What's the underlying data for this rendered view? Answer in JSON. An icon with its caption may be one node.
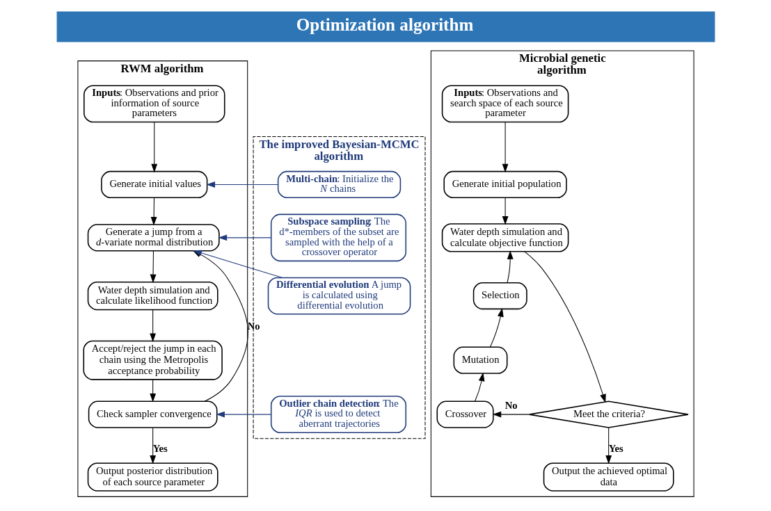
{
  "diagram": {
    "title": "Optimization algorithm",
    "nodes": [
      {
        "text": [
          "RWM algorithm"
        ]
      },
      {
        "text": [
          "**Inputs**: Observations and prior information of source parameters"
        ],
        "in": 0
      },
      {
        "text": [
          "Generate initial values"
        ],
        "in": 0
      },
      {
        "text": [
          "Generate a jump from a *d*-variate normal distribution"
        ],
        "in": 0
      },
      {
        "text": [
          "Water depth simulation and calculate likelihood function"
        ],
        "in": 0
      },
      {
        "text": [
          "Accept/reject the jump in each chain using the Metropolis acceptance probability"
        ],
        "in": 0
      },
      {
        "text": [
          "Check sampler convergence"
        ],
        "in": 0
      },
      {
        "text": [
          "Output posterior distribution of each source parameter"
        ],
        "in": 0
      },
      {
        "text": [
          "The improved Bayesian-MCMC algorithm"
        ]
      },
      {
        "text": [
          "**Multi-chain**: Initialize the *N* chains"
        ],
        "in": 8
      },
      {
        "text": [
          "**Subspace sampling**: The d*-members of the subset are sampled with the help of a crossover operator"
        ],
        "in": 8
      },
      {
        "text": [
          "**Differential evolution**: A jump is calculated using differential evolution"
        ],
        "in": 8
      },
      {
        "text": [
          "**Outlier chain detection**: The *IQR* is used to detect aberrant trajectories"
        ],
        "in": 8
      },
      {
        "text": [
          "Microbial genetic algorithm"
        ]
      },
      {
        "text": [
          "**Inputs**: Observations and search space of each source parameter"
        ],
        "in": 13
      },
      {
        "text": [
          "Generate initial population"
        ],
        "in": 13
      },
      {
        "text": [
          "Water depth simulation and calculate objective function"
        ],
        "in": 13
      },
      {
        "text": [
          "Selection"
        ],
        "in": 13
      },
      {
        "text": [
          "Mutation"
        ],
        "in": 13
      },
      {
        "text": [
          "Crossover"
        ],
        "in": 13
      },
      {
        "text": [
          "Meet the criteria?"
        ],
        "in": 13
      },
      {
        "text": [
          "Output the achieved optimal data"
        ],
        "in": 13
      }
    ],
    "edges": [
      {
        "from": 1,
        "to": 2,
        "arrow": "to"
      },
      {
        "from": 2,
        "to": 3,
        "arrow": "to"
      },
      {
        "from": 3,
        "to": 4,
        "arrow": "to"
      },
      {
        "from": 4,
        "to": 5,
        "arrow": "to"
      },
      {
        "from": 5,
        "to": 6,
        "arrow": "to"
      },
      {
        "from": 6,
        "to": 7,
        "arrow": "to",
        "label": "Yes"
      },
      {
        "from": 6,
        "to": 3,
        "arrow": "to",
        "label": "No"
      },
      {
        "from": 9,
        "to": 2,
        "arrow": "to",
        "color": "#1f3a7a"
      },
      {
        "from": 10,
        "to": 3,
        "arrow": "to",
        "color": "#1f3a7a"
      },
      {
        "from": 11,
        "to": 3,
        "arrow": "to",
        "color": "#1f3a7a"
      },
      {
        "from": 12,
        "to": 6,
        "arrow": "to",
        "color": "#1f3a7a"
      },
      {
        "from": 14,
        "to": 15,
        "arrow": "to"
      },
      {
        "from": 15,
        "to": 16,
        "arrow": "to"
      },
      {
        "from": 16,
        "to": 20,
        "arrow": "to"
      },
      {
        "from": 20,
        "to": 19,
        "arrow": "to",
        "label": "No"
      },
      {
        "from": 19,
        "to": 18,
        "arrow": "to"
      },
      {
        "from": 18,
        "to": 17,
        "arrow": "to"
      },
      {
        "from": 17,
        "to": 16,
        "arrow": "to"
      },
      {
        "from": 20,
        "to": 21,
        "arrow": "to",
        "label": "Yes"
      }
    ]
  }
}
